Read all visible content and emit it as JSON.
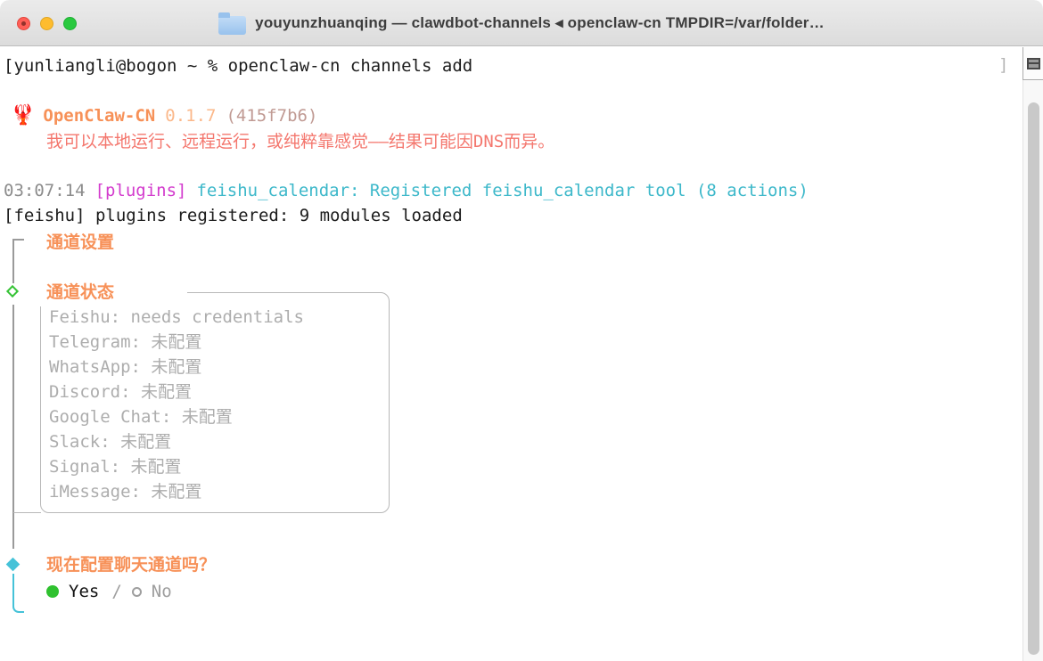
{
  "window": {
    "title": "youyunzhuanqing — clawdbot-channels ◂ openclaw-cn TMPDIR=/var/folder…"
  },
  "terminal": {
    "prompt_line": "[yunliangli@bogon ~ % openclaw-cn channels add",
    "mark_close": "]",
    "banner": {
      "emoji": "🦞",
      "brand": "OpenClaw-CN",
      "version": "0.1.7",
      "commit": "(415f7b6)",
      "tagline": "我可以本地运行、远程运行，或纯粹靠感觉——结果可能因DNS而异。"
    },
    "log1": {
      "time": "03:07:14",
      "tag": "[plugins]",
      "message": "feishu_calendar: Registered feishu_calendar tool (8 actions)"
    },
    "log2": "[feishu] plugins registered: 9 modules loaded",
    "wizard": {
      "section_title": "通道设置",
      "status_title": "通道状态",
      "channels": [
        "Feishu: needs credentials",
        "Telegram: 未配置",
        "WhatsApp: 未配置",
        "Discord: 未配置",
        "Google Chat: 未配置",
        "Slack: 未配置",
        "Signal: 未配置",
        "iMessage: 未配置"
      ],
      "question": "现在配置聊天通道吗？",
      "options": {
        "yes": "Yes",
        "separator": "/",
        "no": "No"
      }
    },
    "colors": {
      "accent_orange": "#f79158",
      "tagline_salmon": "#f4776e",
      "plugins_magenta": "#d33bcd",
      "log_cyan": "#3db8ca",
      "step_green": "#36c336",
      "active_cyan": "#45c2d8",
      "yes_green": "#2fc12f",
      "muted_gray": "#adadad"
    }
  }
}
